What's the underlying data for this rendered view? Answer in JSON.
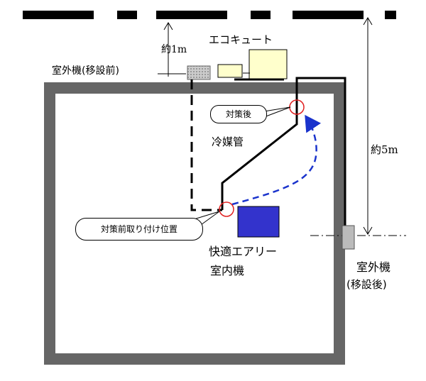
{
  "labels": {
    "eco_cute": "エコキュート",
    "approx_1m": "約1m",
    "outdoor_before": "室外機(移設前)",
    "countermeasure_after": "対策後",
    "refrigerant_pipe": "冷媒管",
    "approx_5m": "約5m",
    "install_before": "対策前取り付け位置",
    "indoor_unit_line1": "快適エアリー",
    "indoor_unit_line2": "室内機",
    "outdoor_after_line1": "室外機",
    "outdoor_after_line2": "(移設後)"
  },
  "colors": {
    "wall": "#666666",
    "indoor_unit": "#3333cc",
    "arrow": "#1a33cc",
    "marker_circle": "#e02020",
    "eco_tank": "#ffffcc",
    "outdoor_unit": "#bbbbbb"
  }
}
